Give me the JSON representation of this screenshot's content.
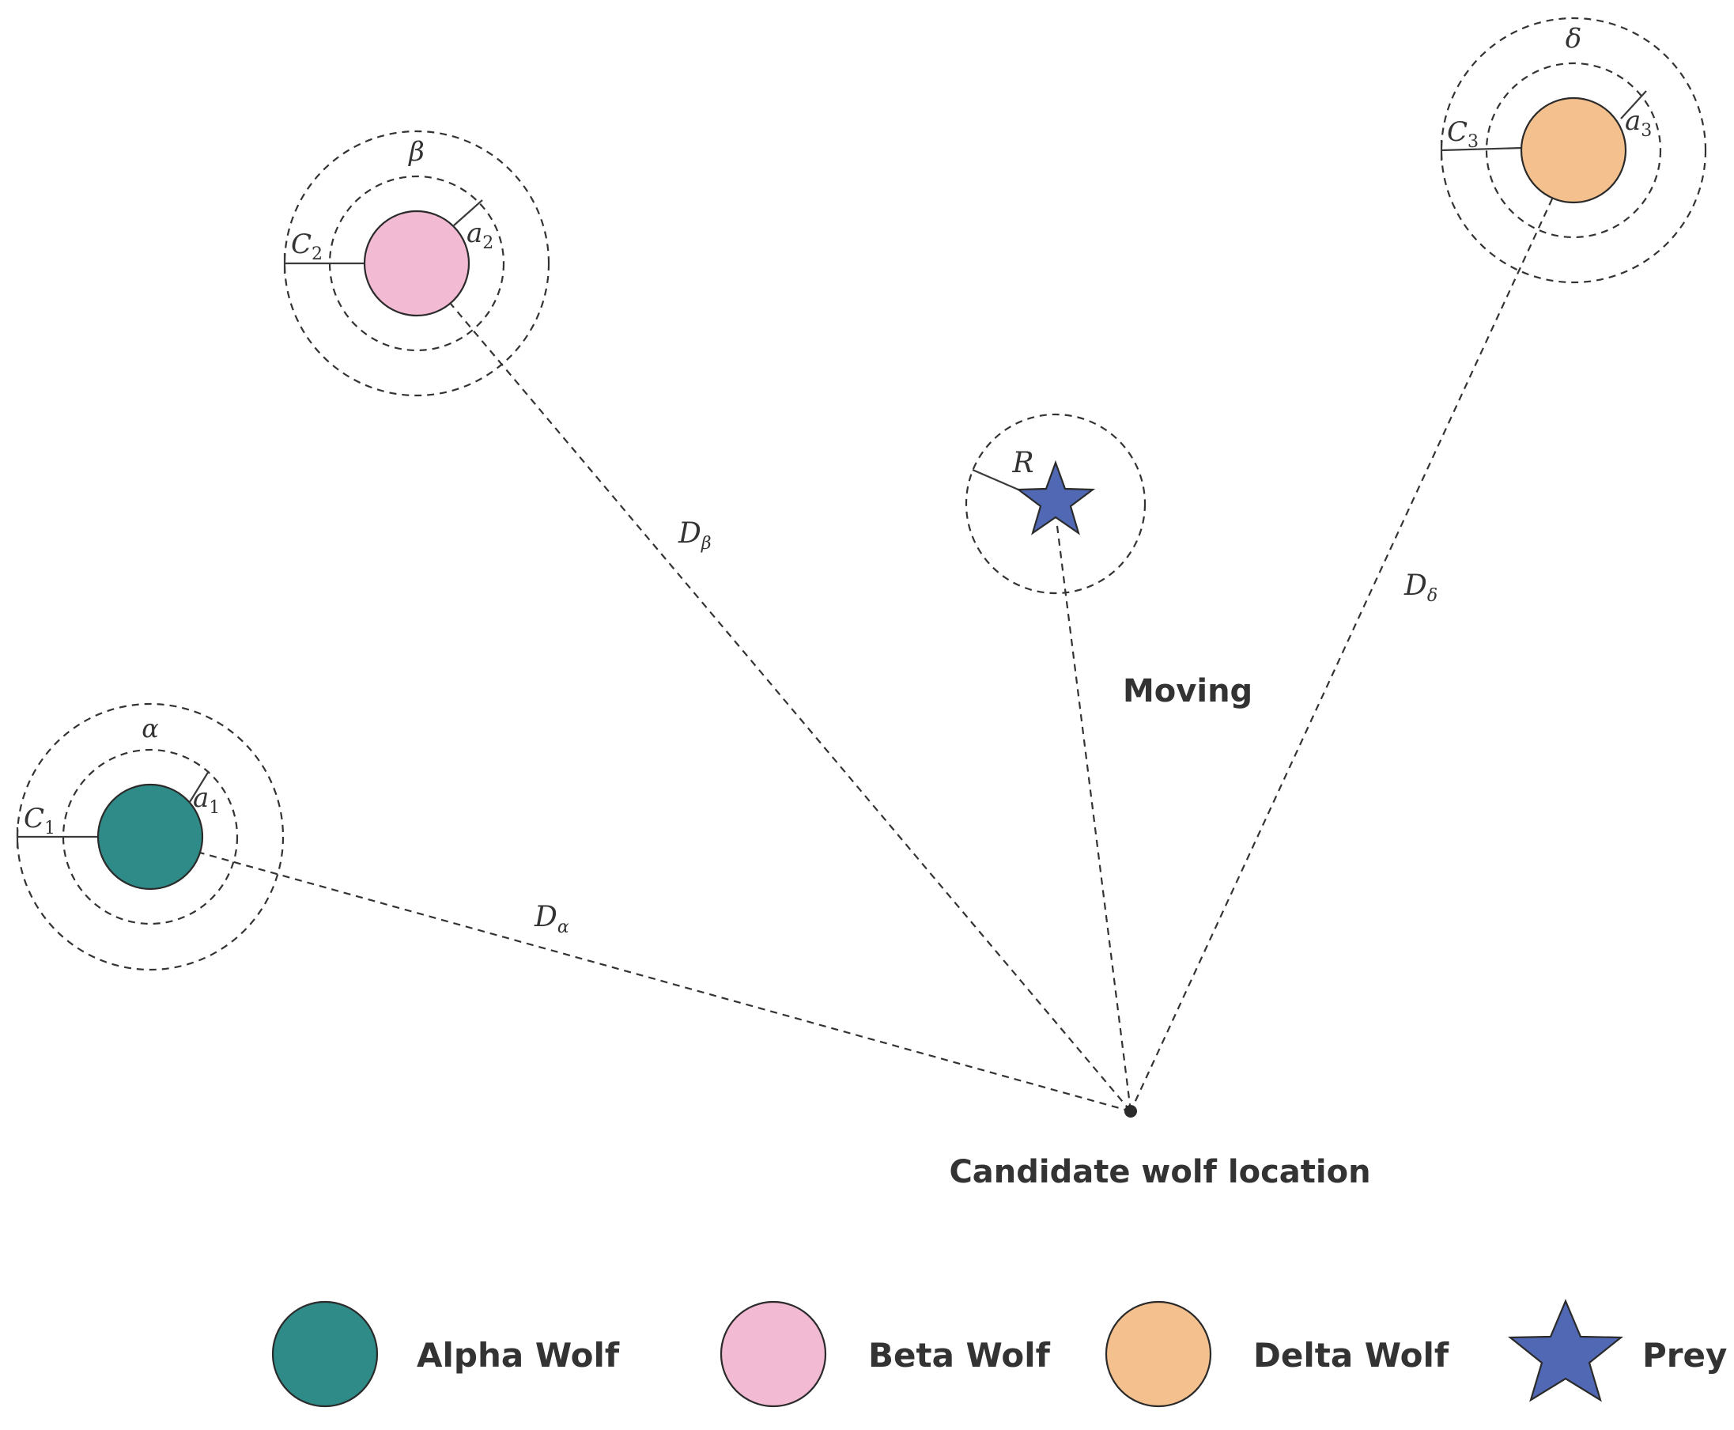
{
  "wolves": {
    "alpha": {
      "symbol": "α",
      "c_label": "C",
      "c_sub": "1",
      "a_label": "a",
      "a_sub": "1",
      "d_label": "D",
      "d_sub": "α"
    },
    "beta": {
      "symbol": "β",
      "c_label": "C",
      "c_sub": "2",
      "a_label": "a",
      "a_sub": "2",
      "d_label": "D",
      "d_sub": "β"
    },
    "delta": {
      "symbol": "δ",
      "c_label": "C",
      "c_sub": "3",
      "a_label": "a",
      "a_sub": "3",
      "d_label": "D",
      "d_sub": "δ"
    }
  },
  "prey": {
    "radius_label": "R"
  },
  "moving_label": "Moving",
  "candidate_label": "Candidate wolf location",
  "legend": [
    {
      "label": "Alpha Wolf",
      "icon": "circle",
      "color": "#2f8b87"
    },
    {
      "label": "Beta Wolf",
      "icon": "circle",
      "color": "#f2bbd3"
    },
    {
      "label": "Delta Wolf",
      "icon": "circle",
      "color": "#f4c08e"
    },
    {
      "label": "Prey",
      "icon": "star",
      "color": "#5168b4"
    }
  ],
  "colors": {
    "alpha": "#2f8b87",
    "beta": "#f2bbd3",
    "delta": "#f4c08e",
    "prey": "#5168b4",
    "line": "#333333"
  }
}
